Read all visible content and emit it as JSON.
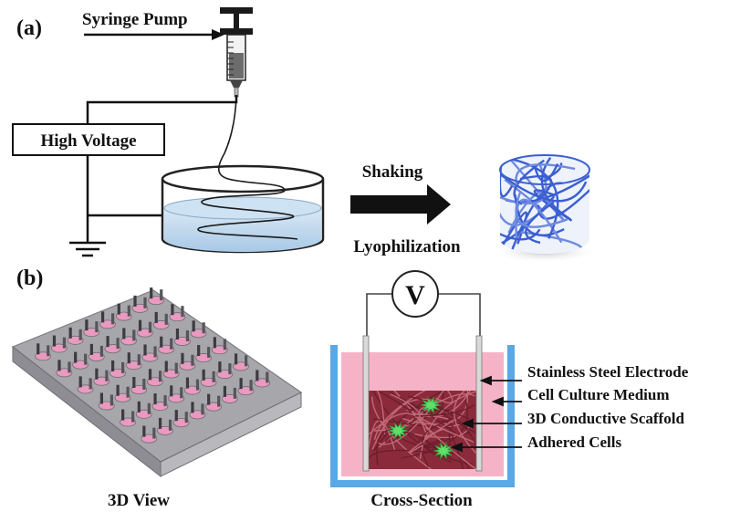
{
  "panel_a": {
    "letter": "(a)",
    "syringe_label": "Syringe Pump",
    "voltage_label": "High Voltage",
    "process_top": "Shaking",
    "process_bottom": "Lyophilization"
  },
  "panel_b": {
    "letter": "(b)",
    "view_3d_caption": "3D View",
    "cross_section_caption": "Cross-Section",
    "meter_symbol": "V",
    "legend": [
      "Stainless Steel Electrode",
      "Cell Culture Medium",
      "3D Conductive Scaffold",
      "Adhered Cells"
    ]
  },
  "colors": {
    "fiber_blue": "#3b5fd0",
    "medium_pink": "#f6b3c8",
    "scaffold_maroon": "#8a2a3a",
    "cell_green": "#5fe06a",
    "dish_water": "#bfd9ef",
    "container_blue": "#5aa8e6"
  },
  "icons": [
    "ground-icon",
    "arrow-right-icon",
    "voltmeter-icon",
    "cell-icon"
  ]
}
